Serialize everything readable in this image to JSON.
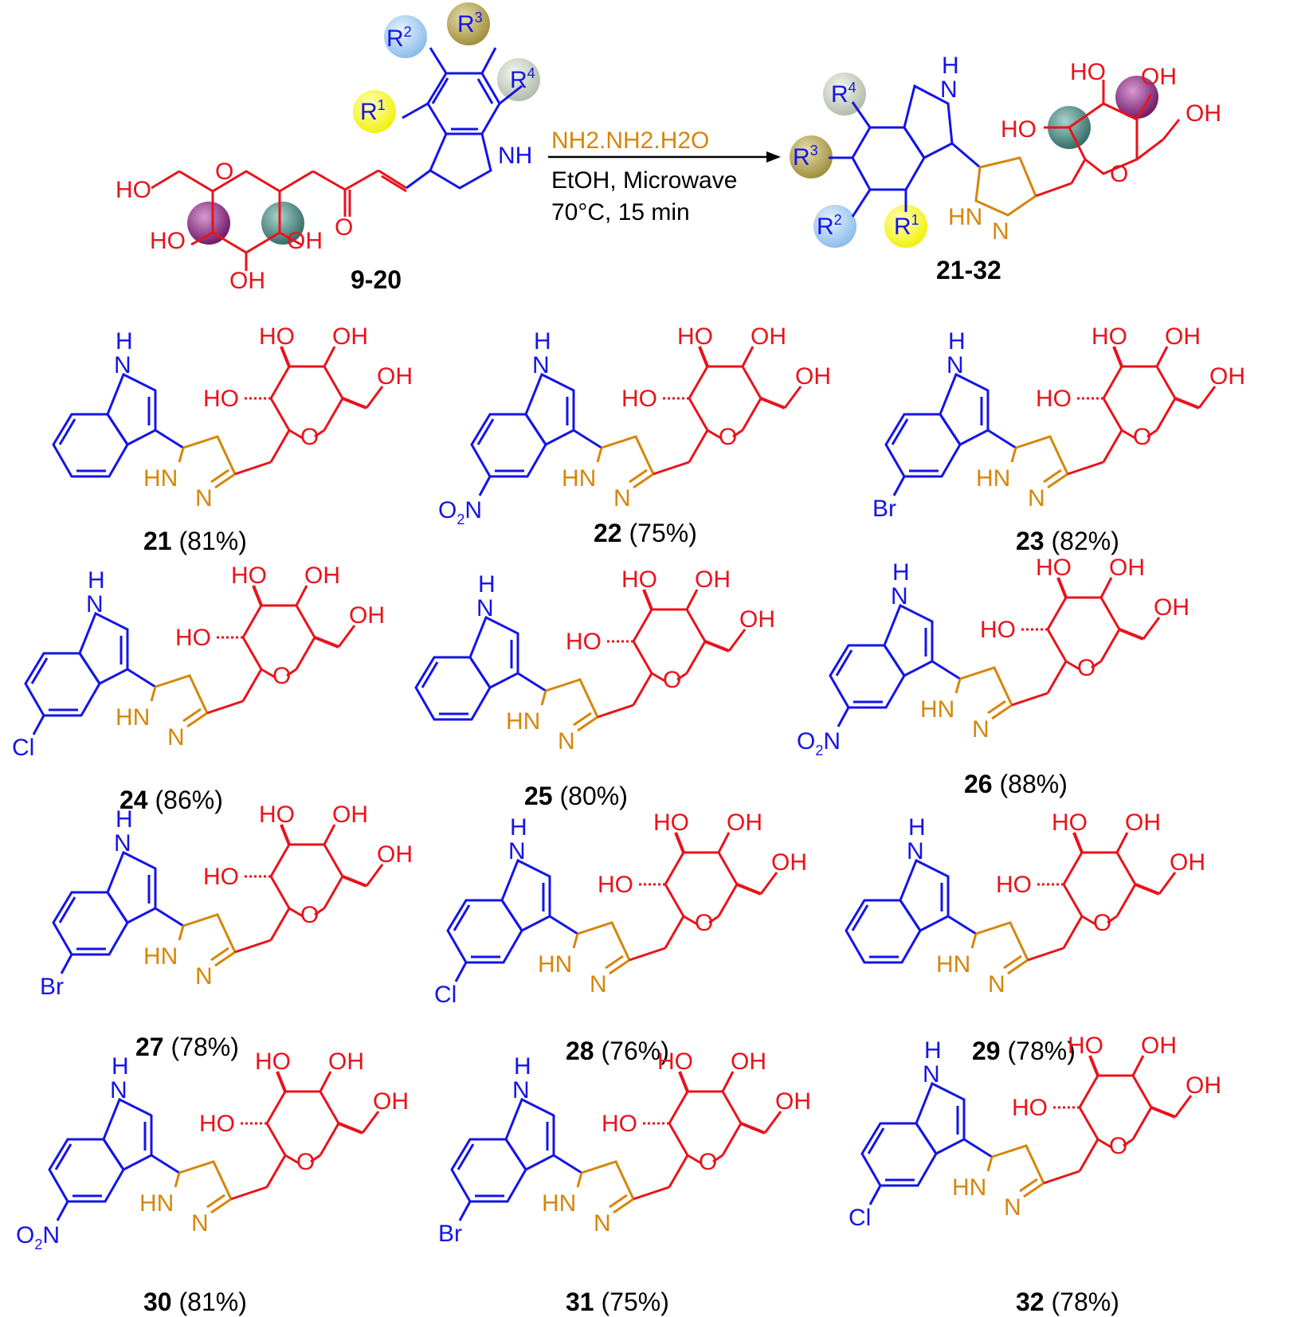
{
  "colors": {
    "sugar": "#e8131b",
    "indole": "#1414e6",
    "pyrazoline": "#d6860a",
    "label": "#000000",
    "reagent": "#d6860a",
    "r1_ball": "#f3f300",
    "r2_ball": "#9ec8ee",
    "r3_ball": "#b3a44e",
    "r4_ball": "#c9d3c4",
    "purple_ball": "#8b1f82",
    "teal_ball": "#3e7f7a"
  },
  "scheme": {
    "start_label": "9-20",
    "product_label": "21-32",
    "reagent": "NH2.NH2.H2O",
    "conditions_line1": "EtOH, Microwave",
    "conditions_line2": "70°C, 15 min",
    "atoms": {
      "nh": "NH",
      "h": "H",
      "n": "N",
      "o": "O",
      "oh": "OH",
      "ho": "HO",
      "hn": "HN",
      "r": "R",
      "r1_sup": "1",
      "r2_sup": "2",
      "r3_sup": "3",
      "r4_sup": "4"
    }
  },
  "compounds": [
    {
      "id": "21",
      "yield": "(81%)",
      "substituent": ""
    },
    {
      "id": "22",
      "yield": "(75%)",
      "substituent": "O2N"
    },
    {
      "id": "23",
      "yield": "(82%)",
      "substituent": "Br"
    },
    {
      "id": "24",
      "yield": "(86%)",
      "substituent": "Cl"
    },
    {
      "id": "25",
      "yield": "(80%)",
      "substituent": ""
    },
    {
      "id": "26",
      "yield": "(88%)",
      "substituent": "O2N"
    },
    {
      "id": "27",
      "yield": "(78%)",
      "substituent": "Br"
    },
    {
      "id": "28",
      "yield": "(76%)",
      "substituent": "Cl"
    },
    {
      "id": "29",
      "yield": "(78%)",
      "substituent": ""
    },
    {
      "id": "30",
      "yield": "(81%)",
      "substituent": "O2N"
    },
    {
      "id": "31",
      "yield": "(75%)",
      "substituent": "Br"
    },
    {
      "id": "32",
      "yield": "(78%)",
      "substituent": "Cl"
    }
  ]
}
